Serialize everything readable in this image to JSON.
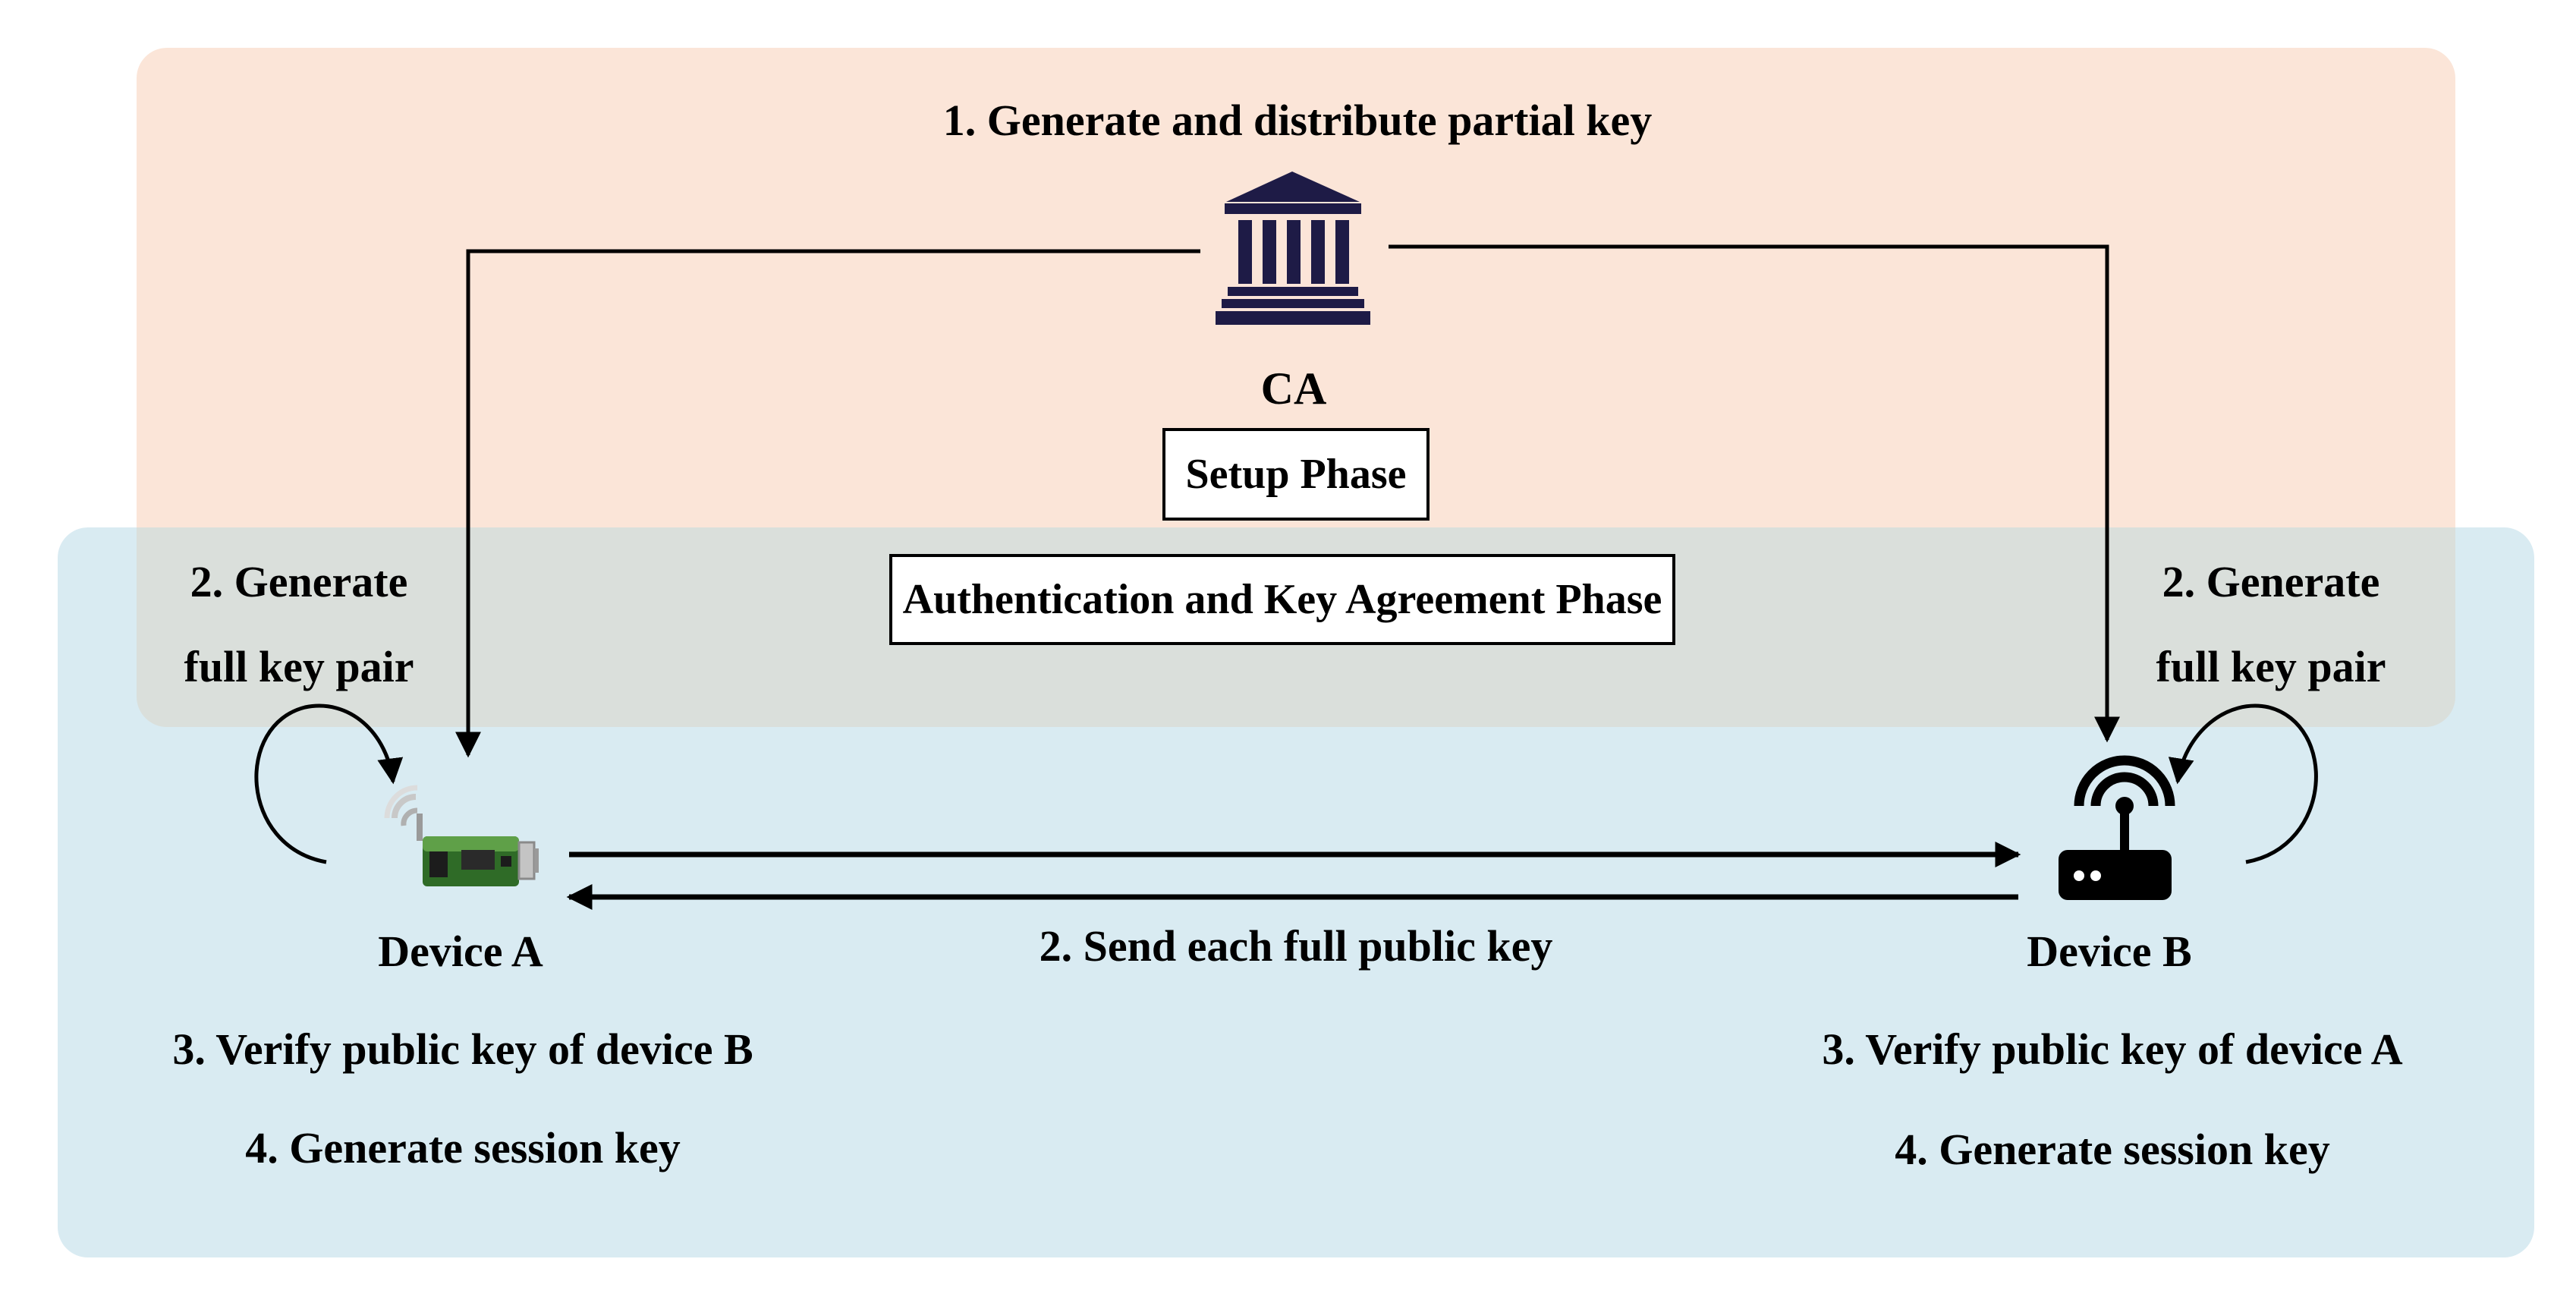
{
  "colors": {
    "setup_region": "#fbe5d8",
    "auth_region": "#d9ebf2",
    "overlap_region": "#dadfdb",
    "ca_icon": "#1e1b46",
    "line": "#000000"
  },
  "setup": {
    "title": "1. Generate and distribute partial key",
    "ca_label": "CA",
    "phase_label": "Setup Phase",
    "ca_icon": "bank-building-icon"
  },
  "auth": {
    "phase_label": "Authentication and Key Agreement Phase",
    "exchange_label": "2. Send each full public key"
  },
  "device_a": {
    "label": "Device A",
    "icon": "usb-wifi-dongle-icon",
    "gen_line1": "2. Generate",
    "gen_line2": "full key pair",
    "verify": "3. Verify public key of device B",
    "session": "4. Generate session key"
  },
  "device_b": {
    "label": "Device B",
    "icon": "wifi-router-icon",
    "gen_line1": "2. Generate",
    "gen_line2": "full key pair",
    "verify": "3. Verify public key of device A",
    "session": "4. Generate session key"
  }
}
